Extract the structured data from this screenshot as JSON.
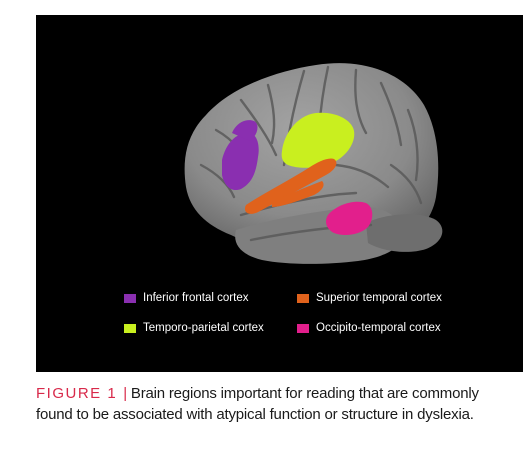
{
  "figure": {
    "colors": {
      "background": "#000000",
      "brain": "#8c8c8c",
      "inferior_frontal": "#8a2fb0",
      "superior_temporal": "#e0621c",
      "temporo_parietal": "#c9ef1f",
      "occipito_temporal": "#e21f8c"
    },
    "legend": [
      {
        "label": "Inferior frontal cortex",
        "color": "#8a2fb0"
      },
      {
        "label": "Superior temporal cortex",
        "color": "#e0621c"
      },
      {
        "label": "Temporo-parietal cortex",
        "color": "#c9ef1f"
      },
      {
        "label": "Occipito-temporal cortex",
        "color": "#e21f8c"
      }
    ]
  },
  "caption": {
    "label": "FIGURE 1",
    "separator": "|",
    "text": "Brain regions important for reading that are commonly found to be associated with atypical function or structure in dyslexia."
  }
}
